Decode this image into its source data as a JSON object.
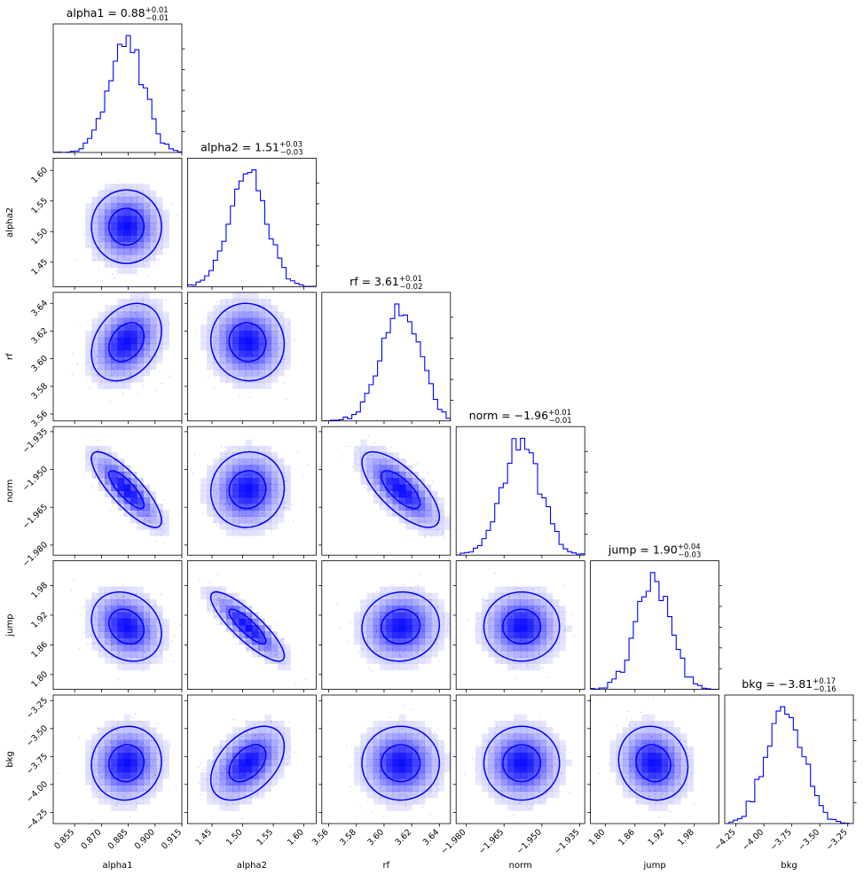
{
  "chart_data": {
    "type": "corner",
    "color": "#0000ff",
    "parameters": [
      {
        "name": "alpha1",
        "label": "alpha1",
        "median": 0.884,
        "sigma": 0.0098,
        "range": [
          0.843,
          0.915
        ],
        "ticks": [
          0.855,
          0.87,
          0.885,
          0.9,
          0.915
        ],
        "tick_labels": [
          "0.855",
          "0.870",
          "0.885",
          "0.900",
          "0.915"
        ],
        "title": {
          "prefix": "alpha1 = ",
          "value": "0.88",
          "plus": "+0.01",
          "minus": "−0.01"
        }
      },
      {
        "name": "alpha2",
        "label": "alpha2",
        "median": 1.508,
        "sigma": 0.03,
        "range": [
          1.41,
          1.62
        ],
        "ticks": [
          1.45,
          1.5,
          1.55,
          1.6
        ],
        "tick_labels": [
          "1.45",
          "1.50",
          "1.55",
          "1.60"
        ],
        "title": {
          "prefix": "alpha2 = ",
          "value": "1.51",
          "plus": "+0.03",
          "minus": "−0.03"
        }
      },
      {
        "name": "rf",
        "label": "rf",
        "median": 3.612,
        "sigma": 0.014,
        "range": [
          3.555,
          3.648
        ],
        "ticks": [
          3.56,
          3.58,
          3.6,
          3.62,
          3.64
        ],
        "tick_labels": [
          "3.56",
          "3.58",
          "3.60",
          "3.62",
          "3.64"
        ],
        "title": {
          "prefix": "rf = ",
          "value": "3.61",
          "plus": "+0.01",
          "minus": "−0.02"
        }
      },
      {
        "name": "norm",
        "label": "norm",
        "median": -1.958,
        "sigma": 0.0075,
        "range": [
          -1.984,
          -1.933
        ],
        "ticks": [
          -1.98,
          -1.965,
          -1.95,
          -1.935
        ],
        "tick_labels": [
          "−1.980",
          "−1.965",
          "−1.950",
          "−1.935"
        ],
        "title": {
          "prefix": "norm = ",
          "value": "−1.96",
          "plus": "+0.01",
          "minus": "−0.01"
        }
      },
      {
        "name": "jump",
        "label": "jump",
        "median": 1.897,
        "sigma": 0.035,
        "range": [
          1.77,
          2.03
        ],
        "ticks": [
          1.8,
          1.86,
          1.92,
          1.98
        ],
        "tick_labels": [
          "1.80",
          "1.86",
          "1.92",
          "1.98"
        ],
        "title": {
          "prefix": "jump = ",
          "value": "1.90",
          "plus": "+0.04",
          "minus": "−0.03"
        }
      },
      {
        "name": "bkg",
        "label": "bkg",
        "median": -3.81,
        "sigma": 0.165,
        "range": [
          -4.35,
          -3.2
        ],
        "ticks": [
          -4.25,
          -4.0,
          -3.75,
          -3.5,
          -3.25
        ],
        "tick_labels": [
          "−4.25",
          "−4.00",
          "−3.75",
          "−3.50",
          "−3.25"
        ],
        "title": {
          "prefix": "bkg = ",
          "value": "−3.81",
          "plus": "+0.17",
          "minus": "−0.16"
        }
      }
    ],
    "correlations": [
      {
        "i": 1,
        "j": 0,
        "rho": 0.0
      },
      {
        "i": 2,
        "j": 0,
        "rho": 0.3
      },
      {
        "i": 2,
        "j": 1,
        "rho": -0.05
      },
      {
        "i": 3,
        "j": 0,
        "rho": -0.82
      },
      {
        "i": 3,
        "j": 1,
        "rho": 0.05
      },
      {
        "i": 3,
        "j": 2,
        "rho": -0.72
      },
      {
        "i": 4,
        "j": 0,
        "rho": -0.2
      },
      {
        "i": 4,
        "j": 1,
        "rho": -0.85
      },
      {
        "i": 4,
        "j": 2,
        "rho": 0.05
      },
      {
        "i": 4,
        "j": 3,
        "rho": 0.0
      },
      {
        "i": 5,
        "j": 0,
        "rho": 0.05
      },
      {
        "i": 5,
        "j": 1,
        "rho": 0.45
      },
      {
        "i": 5,
        "j": 2,
        "rho": 0.0
      },
      {
        "i": 5,
        "j": 3,
        "rho": 0.0
      },
      {
        "i": 5,
        "j": 4,
        "rho": -0.1
      }
    ],
    "contour_levels_sigma": [
      1,
      2
    ]
  }
}
